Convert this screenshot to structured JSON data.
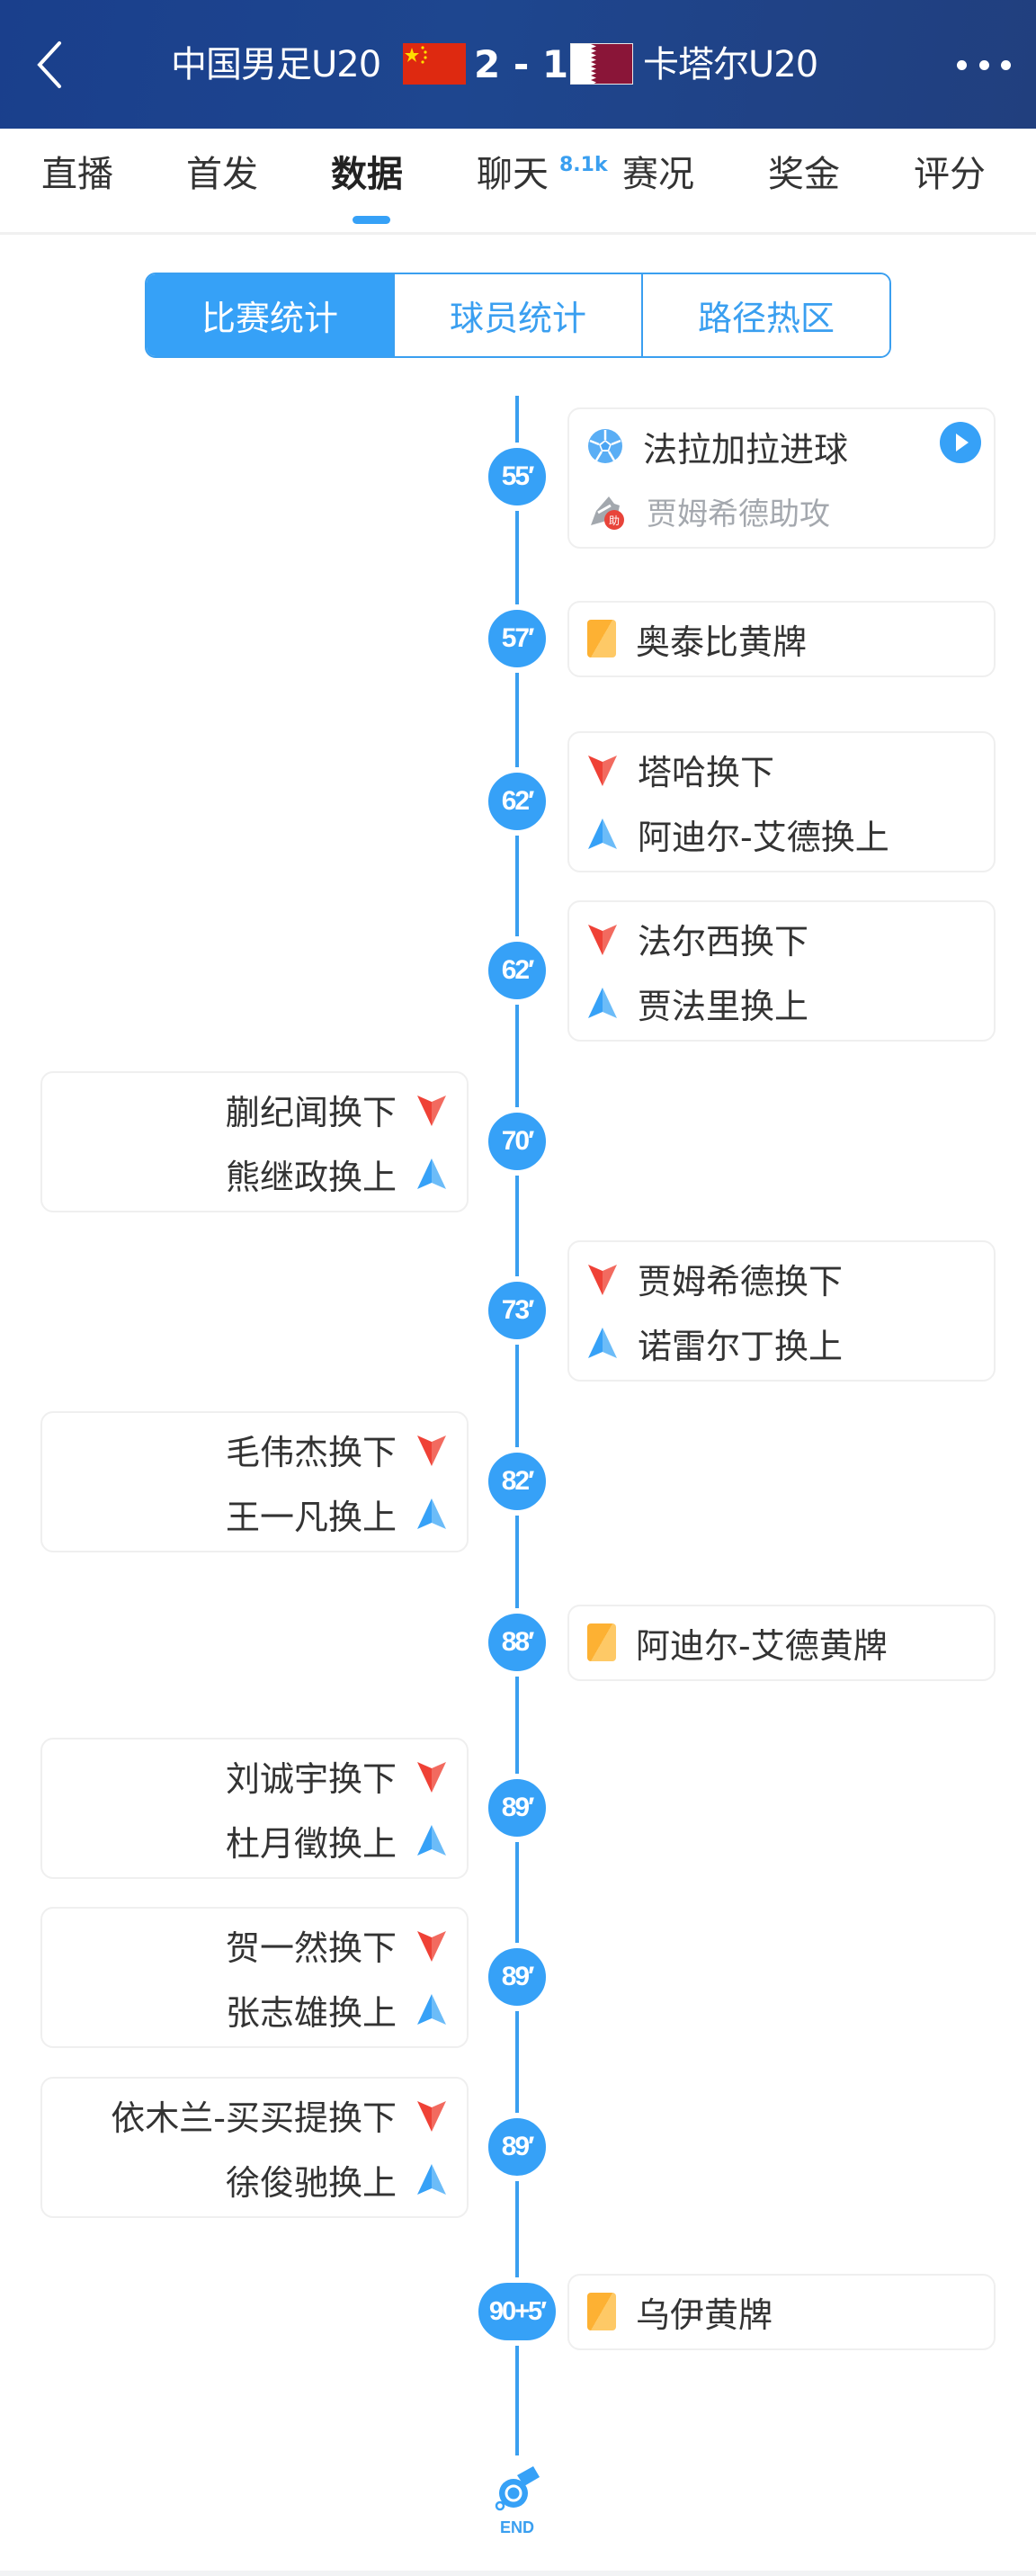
{
  "header": {
    "back_icon": "chevron-left-icon",
    "home_team": "中国男足U20",
    "home_flag": "china-flag",
    "score": "2 - 1",
    "away_flag": "qatar-flag",
    "away_team": "卡塔尔U20",
    "more_icon": "more-dots-icon"
  },
  "tabs": [
    {
      "label": "直播"
    },
    {
      "label": "首发"
    },
    {
      "label": "数据",
      "active": true
    },
    {
      "label": "聊天",
      "badge": "8.1k"
    },
    {
      "label": "赛况"
    },
    {
      "label": "奖金"
    },
    {
      "label": "评分"
    }
  ],
  "segment": {
    "items": [
      "比赛统计",
      "球员统计",
      "路径热区"
    ],
    "active_index": 0
  },
  "colors": {
    "accent": "#36a1f7",
    "header_bg": "#1e448e",
    "sub_out": "#ef4136",
    "sub_in": "#36a1f7",
    "yellow_card": "#fdb133"
  },
  "timeline": {
    "events": [
      {
        "minute": "55′",
        "side": "away",
        "type": "goal",
        "lines": [
          {
            "icon": "football-icon",
            "text": "法拉加拉进球"
          },
          {
            "icon": "assist-boot-icon",
            "text": "贾姆希德助攻",
            "muted": true
          }
        ],
        "has_video": true
      },
      {
        "minute": "57′",
        "side": "away",
        "type": "yellow",
        "lines": [
          {
            "icon": "yellow-card-icon",
            "text": "奥泰比黄牌"
          }
        ]
      },
      {
        "minute": "62′",
        "side": "away",
        "type": "sub",
        "lines": [
          {
            "icon": "sub-out-icon",
            "text": "塔哈换下"
          },
          {
            "icon": "sub-in-icon",
            "text": "阿迪尔-艾德换上"
          }
        ]
      },
      {
        "minute": "62′",
        "side": "away",
        "type": "sub",
        "lines": [
          {
            "icon": "sub-out-icon",
            "text": "法尔西换下"
          },
          {
            "icon": "sub-in-icon",
            "text": "贾法里换上"
          }
        ]
      },
      {
        "minute": "70′",
        "side": "home",
        "type": "sub",
        "lines": [
          {
            "icon": "sub-out-icon",
            "text": "蒯纪闻换下"
          },
          {
            "icon": "sub-in-icon",
            "text": "熊继政换上"
          }
        ]
      },
      {
        "minute": "73′",
        "side": "away",
        "type": "sub",
        "lines": [
          {
            "icon": "sub-out-icon",
            "text": "贾姆希德换下"
          },
          {
            "icon": "sub-in-icon",
            "text": "诺雷尔丁换上"
          }
        ]
      },
      {
        "minute": "82′",
        "side": "home",
        "type": "sub",
        "lines": [
          {
            "icon": "sub-out-icon",
            "text": "毛伟杰换下"
          },
          {
            "icon": "sub-in-icon",
            "text": "王一凡换上"
          }
        ]
      },
      {
        "minute": "88′",
        "side": "away",
        "type": "yellow",
        "lines": [
          {
            "icon": "yellow-card-icon",
            "text": "阿迪尔-艾德黄牌"
          }
        ]
      },
      {
        "minute": "89′",
        "side": "home",
        "type": "sub",
        "lines": [
          {
            "icon": "sub-out-icon",
            "text": "刘诚宇换下"
          },
          {
            "icon": "sub-in-icon",
            "text": "杜月徵换上"
          }
        ]
      },
      {
        "minute": "89′",
        "side": "home",
        "type": "sub",
        "lines": [
          {
            "icon": "sub-out-icon",
            "text": "贺一然换下"
          },
          {
            "icon": "sub-in-icon",
            "text": "张志雄换上"
          }
        ]
      },
      {
        "minute": "89′",
        "side": "home",
        "type": "sub",
        "lines": [
          {
            "icon": "sub-out-icon",
            "text": "依木兰-买买提换下"
          },
          {
            "icon": "sub-in-icon",
            "text": "徐俊驰换上"
          }
        ]
      },
      {
        "minute": "90+5′",
        "side": "away",
        "type": "yellow",
        "lines": [
          {
            "icon": "yellow-card-icon",
            "text": "乌伊黄牌"
          }
        ]
      }
    ],
    "end_label": "END",
    "end_icon": "whistle-icon"
  }
}
